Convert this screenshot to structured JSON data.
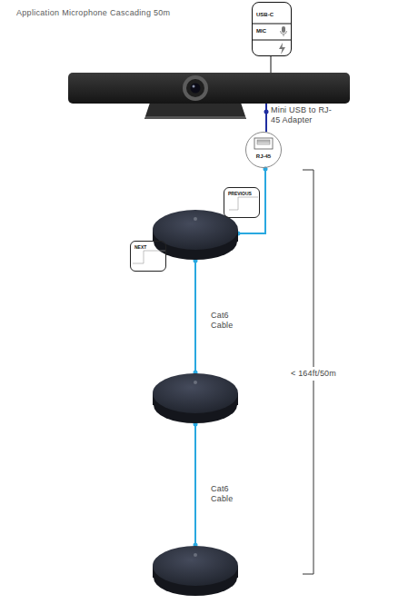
{
  "diagram": {
    "title": "Application Microphone Cascading 50m",
    "nodes": [
      {
        "text": [
          "USB-C",
          "MIC"
        ]
      },
      {
        "text": [
          "RJ-45"
        ]
      },
      {
        "text": [
          "PREVIOUS"
        ]
      },
      {
        "text": [
          "NEXT"
        ]
      }
    ],
    "labels": [
      "Mini USB to RJ-45 Adapter",
      "Cat6 Cable",
      "< 164ft/50m",
      "Cat6 Cable"
    ]
  }
}
